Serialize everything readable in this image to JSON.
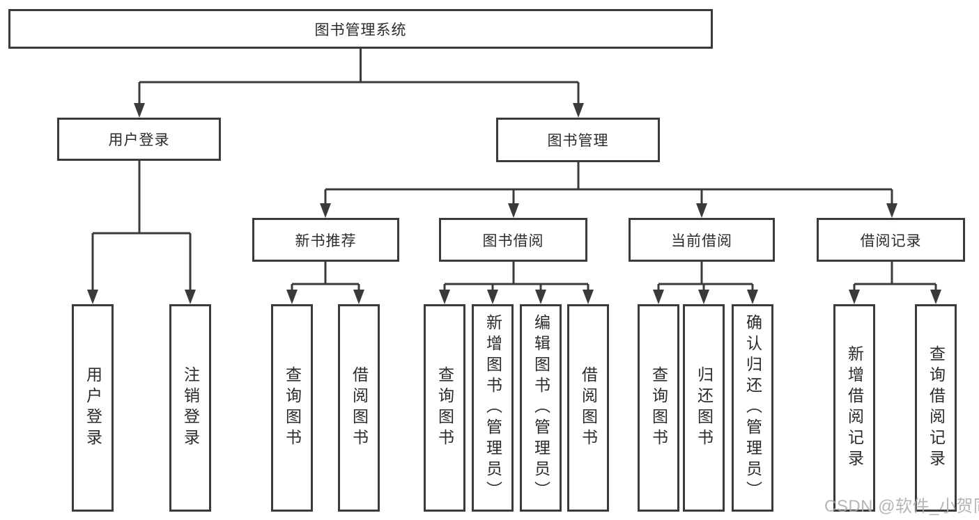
{
  "root_label": "图书管理系统",
  "level2": [
    {
      "label": "用户登录",
      "children": [
        "用户登录",
        "注销登录"
      ]
    },
    {
      "label": "图书管理"
    }
  ],
  "level3": [
    {
      "label": "新书推荐",
      "children": [
        "查询图书",
        "借阅图书"
      ]
    },
    {
      "label": "图书借阅",
      "children": [
        "查询图书",
        "新增图书（管理员）",
        "编辑图书（管理员）",
        "借阅图书"
      ]
    },
    {
      "label": "当前借阅",
      "children": [
        "查询图书",
        "归还图书",
        "确认归还（管理员）"
      ]
    },
    {
      "label": "借阅记录",
      "children": [
        "新增借阅记录",
        "查询借阅记录"
      ]
    }
  ],
  "watermark": "CSDN @软件_小贺同学",
  "colors": {
    "line": "#3a3a3a",
    "text": "#2b2b2b",
    "watermark": "#a9a9a9",
    "background": "#ffffff"
  }
}
